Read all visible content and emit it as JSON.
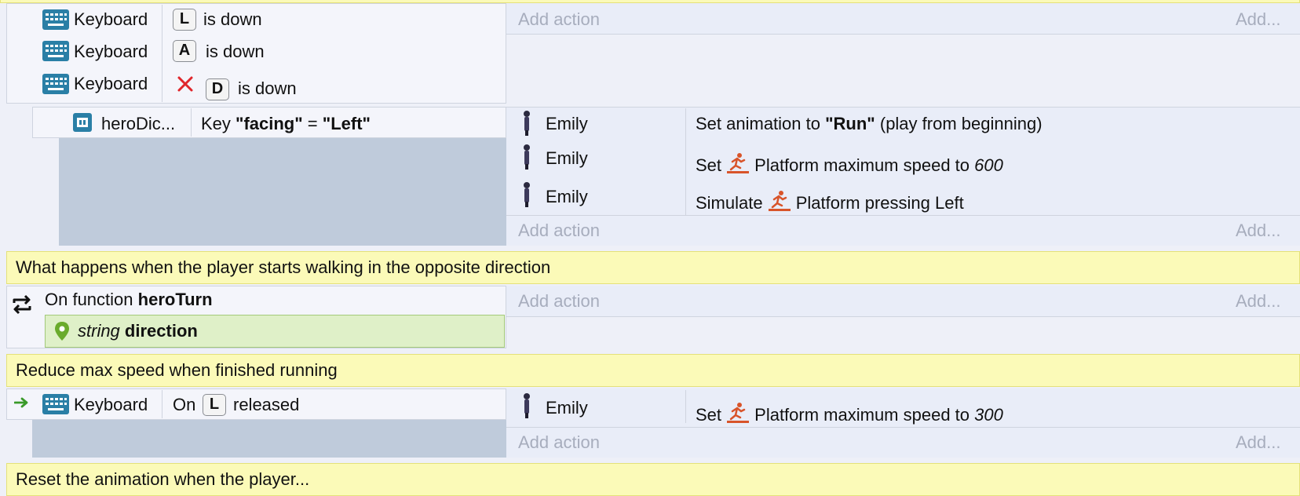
{
  "events": {
    "ev1": {
      "conditions": [
        {
          "object": "Keyboard",
          "key": "L",
          "suffix": "is down"
        },
        {
          "object": "Keyboard",
          "key": "A",
          "suffix": "is down"
        },
        {
          "object": "Keyboard",
          "key": "D",
          "suffix": "is down",
          "inverted": true
        }
      ],
      "add_action": "Add action",
      "add_more": "Add..."
    },
    "sub": {
      "condition": {
        "object": "heroDic...",
        "pre": "Key ",
        "key_name": "\"facing\"",
        "eq": " = ",
        "key_value": "\"Left\""
      },
      "actions": [
        {
          "object": "Emily",
          "pre": "Set animation to ",
          "bold": "\"Run\"",
          "post": " (play from beginning)"
        },
        {
          "object": "Emily",
          "pre": "Set ",
          "behavior": "Platform maximum speed to ",
          "italic": "600"
        },
        {
          "object": "Emily",
          "pre": "Simulate ",
          "behavior": "Platform pressing Left"
        }
      ],
      "add_action": "Add action",
      "add_more": "Add..."
    },
    "comment1": "What happens when the player starts walking in the opposite direction",
    "func": {
      "pre": "On function ",
      "name": "heroTurn",
      "param_type": "string",
      "param_name": "direction",
      "add_action": "Add action",
      "add_more": "Add..."
    },
    "comment2": "Reduce max speed when finished running",
    "ev3": {
      "condition": {
        "object": "Keyboard",
        "pre": "On",
        "key": "L",
        "suffix": "released"
      },
      "actions": [
        {
          "object": "Emily",
          "pre": "Set ",
          "behavior": "Platform maximum speed to ",
          "italic": "300"
        }
      ],
      "add_action": "Add action",
      "add_more": "Add..."
    },
    "comment3_partial": "Reset the animation when the player..."
  },
  "colors": {
    "comment_bg": "#fbfab8",
    "param_bg": "#dff0c8",
    "behavior_icon": "#d8542a",
    "keyboard_icon": "#2a7fa6",
    "invert_mark": "#e0262b",
    "trigger_arrow": "#3a9a2a"
  }
}
